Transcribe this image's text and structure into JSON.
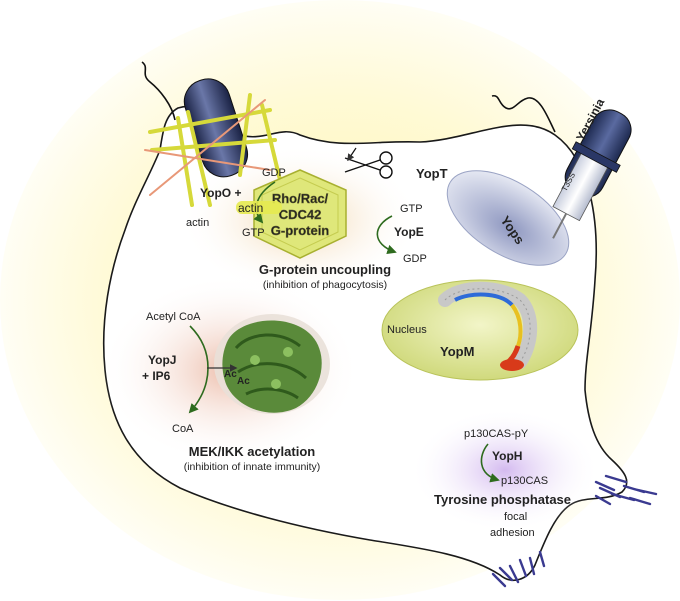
{
  "labels": {
    "actin_bottom": "actin",
    "gdp_top": "GDP",
    "yopo": "YopO +",
    "actin_highlight": "actin",
    "gtp_left": "GTP",
    "gprotein_line1": "Rho/Rac/",
    "gprotein_line2": "CDC42",
    "gprotein_line3": "G-protein",
    "yopt": "YopT",
    "gtp_right": "GTP",
    "yope": "YopE",
    "gdp_right": "GDP",
    "uncoupling_title": "G-protein uncoupling",
    "uncoupling_sub": "(inhibition of phagocytosis)",
    "yops": "Yops",
    "yersinia": "Yersinia",
    "t3ss": "T3SS",
    "nucleus": "Nucleus",
    "yopm": "YopM",
    "acetylcoa": "Acetyl CoA",
    "yopj_line1": "YopJ",
    "yopj_line2": "+ IP6",
    "ac1": "Ac",
    "ac2": "Ac",
    "coa": "CoA",
    "mek_title": "MEK/IKK acetylation",
    "mek_sub": "(inhibition of innate immunity)",
    "p130cas_py": "p130CAS-pY",
    "yoph": "YopH",
    "p130cas": "p130CAS",
    "tyrosine_title": "Tyrosine phosphatase",
    "focal": "focal",
    "adhesion": "adhesion"
  },
  "colors": {
    "background_glow": "#fff4b0",
    "cell_fill": "#ffffff",
    "cell_stroke": "#1a1a1a",
    "arrow_green": "#2e6b1e",
    "actin_yellow": "#d8dc2a",
    "nucleus_fill": "#dfe69a",
    "vacuole_fill": "#b8bfd8",
    "acetylation_glow": "#f2c9b8",
    "phosphatase_glow": "#dcc6f0",
    "gprotein_glow": "#f3d9b5",
    "bacterium_navy": "#24305a",
    "protein_green": "#3e7a2a"
  }
}
